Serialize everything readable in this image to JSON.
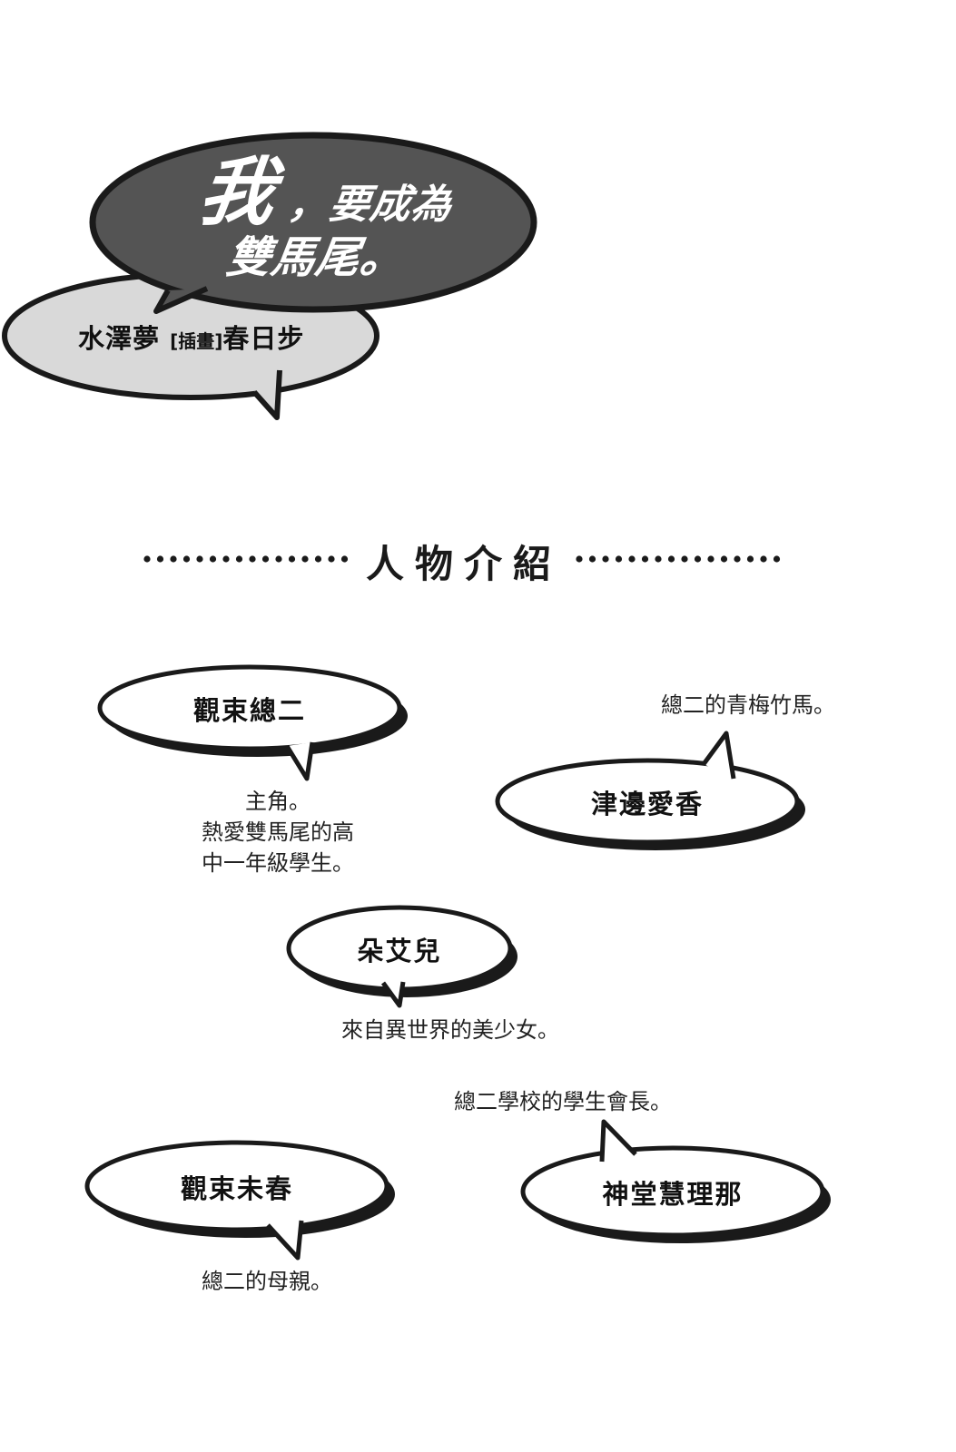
{
  "cover": {
    "title_line1_big": "我",
    "title_line1_rest": "，要成為",
    "title_line2": "雙馬尾。",
    "author": "水澤夢",
    "illustrator_tag": "[插畫]",
    "illustrator": "春日步"
  },
  "section": {
    "heading": "人物介紹"
  },
  "characters": [
    {
      "name": "觀束總二",
      "description": "主角。\n熱愛雙馬尾的高\n中一年級學生。"
    },
    {
      "name": "津邊愛香",
      "description": "總二的青梅竹馬。"
    },
    {
      "name": "朵艾兒",
      "description": "來自異世界的美少女。"
    },
    {
      "name": "觀束未春",
      "description": "總二的母親。"
    },
    {
      "name": "神堂慧理那",
      "description": "總二學校的學生會長。"
    }
  ],
  "colors": {
    "dark_bubble": "#545454",
    "light_bubble": "#d9d9d9",
    "ink": "#1a1a1a"
  }
}
